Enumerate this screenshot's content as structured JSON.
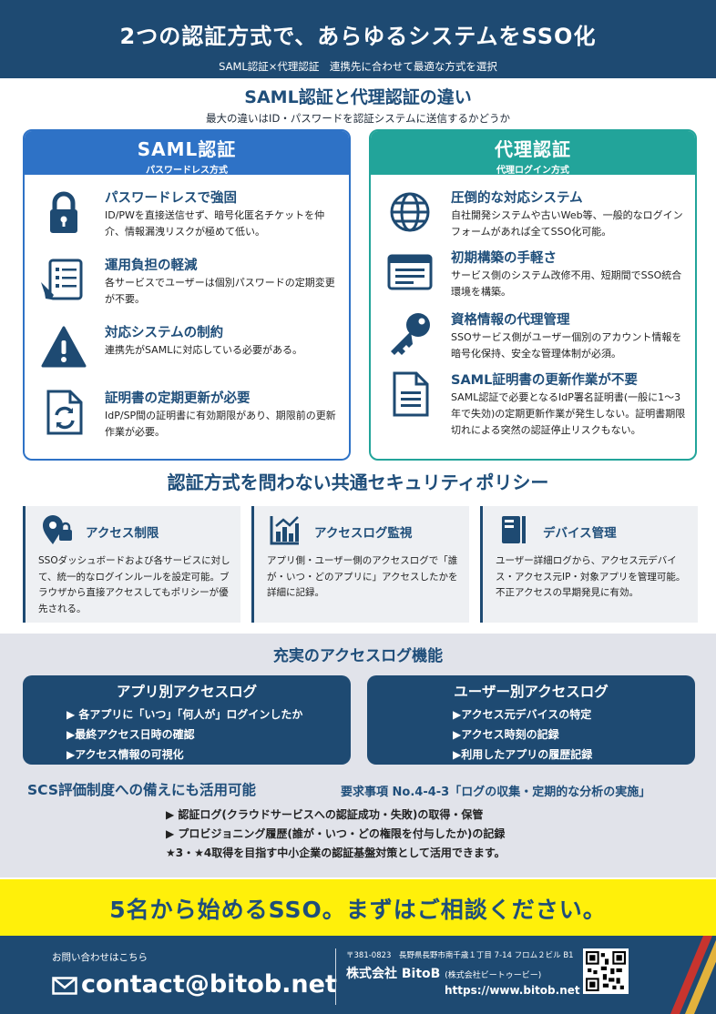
{
  "header": {
    "title": "2つの認証方式で、あらゆるシステムをSSO化",
    "subtitle": "SAML認証×代理認証　連携先に合わせて最適な方式を選択"
  },
  "diff": {
    "title": "SAML認証と代理認証の違い",
    "subtitle": "最大の違いはID・パスワードを認証システムに送信するかどうか"
  },
  "saml": {
    "name": "SAML認証",
    "sub": "パスワードレス方式",
    "items": [
      {
        "title": "パスワードレスで強固",
        "desc": "ID/PWを直接送信せず、暗号化匿名チケットを仲介、情報漏洩リスクが極めて低い。",
        "icon": "lock-icon"
      },
      {
        "title": "運用負担の軽減",
        "desc": "各サービスでユーザーは個別パスワードの定期変更が不要。",
        "icon": "checklist-pen-icon"
      },
      {
        "title": "対応システムの制約",
        "desc": "連携先がSAMLに対応している必要がある。",
        "icon": "warning-icon"
      },
      {
        "title": "証明書の定期更新が必要",
        "desc": "IdP/SP間の証明書に有効期限があり、期限前の更新作業が必要。",
        "icon": "document-refresh-icon"
      }
    ]
  },
  "proxy": {
    "name": "代理認証",
    "sub": "代理ログイン方式",
    "items": [
      {
        "title": "圧倒的な対応システム",
        "desc": "自社開発システムや古いWeb等、一般的なログインフォームがあれば全てSSO化可能。",
        "icon": "globe-icon"
      },
      {
        "title": "初期構築の手軽さ",
        "desc": "サービス側のシステム改修不用、短期間でSSO統合環境を構築。",
        "icon": "browser-window-icon"
      },
      {
        "title": "資格情報の代理管理",
        "desc": "SSOサービス側がユーザー個別のアカウント情報を暗号化保持、安全な管理体制が必須。",
        "icon": "key-icon"
      },
      {
        "title": "SAML証明書の更新作業が不要",
        "desc": "SAML認証で必要となるIdP署名証明書(一般に1～3年で失効)の定期更新作業が発生しない。証明書期限切れによる突然の認証停止リスクもない。",
        "icon": "document-icon"
      }
    ]
  },
  "policy": {
    "title": "認証方式を問わない共通セキュリティポリシー",
    "cards": [
      {
        "title": "アクセス制限",
        "desc": "SSOダッシュボードおよび各サービスに対して、統一的なログインルールを設定可能。ブラウザから直接アクセスしてもポリシーが優先される。",
        "icon": "location-lock-icon"
      },
      {
        "title": "アクセスログ監視",
        "desc": "アプリ側・ユーザー側のアクセスログで「誰が・いつ・どのアプリに」アクセスしたかを詳細に記録。",
        "icon": "bar-chart-icon"
      },
      {
        "title": "デバイス管理",
        "desc": "ユーザー詳細ログから、アクセス元デバイス・アクセス元IP・対象アプリを管理可能。不正アクセスの早期発見に有効。",
        "icon": "device-icon"
      }
    ]
  },
  "logs": {
    "title": "充実のアクセスログ機能",
    "app": {
      "title": "アプリ別アクセスログ",
      "items": [
        "▶ 各アプリに「いつ」「何人が」ログインしたか",
        "▶最終アクセス日時の確認",
        "▶アクセス情報の可視化"
      ]
    },
    "user": {
      "title": "ユーザー別アクセスログ",
      "items": [
        "▶アクセス元デバイスの特定",
        "▶アクセス時刻の記録",
        "▶利用したアプリの履歴記録"
      ]
    }
  },
  "scs": {
    "title": "SCS評価制度への備えにも活用可能",
    "req": "要求事項 No.4-4-3「ログの収集・定期的な分析の実施」",
    "items": [
      "▶ 認証ログ(クラウドサービスへの認証成功・失敗)の取得・保管",
      "▶ プロビジョニング履歴(誰が・いつ・どの権限を付与したか)の記録",
      "★3・★4取得を目指す中小企業の認証基盤対策として活用できます。"
    ]
  },
  "cta": "5名から始めるSSO。まずはご相談ください。",
  "footer": {
    "inquiry": "お問い合わせはこちら",
    "email": "contact@bitob.net",
    "address": "〒381-0823　長野県長野市南千歳１丁目 7-14 フロム２ビル B1",
    "company": "株式会社 BitoB",
    "company_kana": "(株式会社ビートゥービー)",
    "url": "https://www.bitob.net"
  }
}
